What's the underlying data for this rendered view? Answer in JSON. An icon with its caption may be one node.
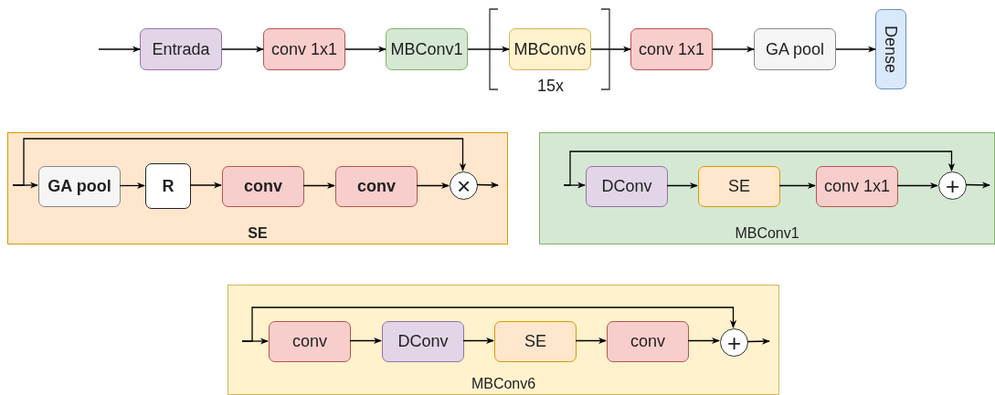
{
  "diagram": {
    "nodes": [
      {
        "text": [
          "Entrada"
        ]
      },
      {
        "text": [
          "conv 1x1"
        ]
      },
      {
        "text": [
          "MBConv1"
        ]
      },
      {
        "text": [
          "MBConv6"
        ],
        "beside": [
          "15x"
        ]
      },
      {
        "text": [
          "conv 1x1"
        ]
      },
      {
        "text": [
          "GA pool"
        ]
      },
      {
        "text": [
          "Dense"
        ]
      },
      {
        "text": [
          "SE"
        ]
      },
      {
        "text": [
          "GA pool"
        ],
        "in": 7
      },
      {
        "text": [
          "R"
        ],
        "in": 7
      },
      {
        "text": [
          "conv"
        ],
        "in": 7
      },
      {
        "text": [
          "conv"
        ],
        "in": 7
      },
      {
        "text": [
          "×"
        ],
        "in": 7
      },
      {
        "text": [
          "MBConv1"
        ]
      },
      {
        "text": [
          "DConv"
        ],
        "in": 13
      },
      {
        "text": [
          "SE"
        ],
        "in": 13
      },
      {
        "text": [
          "conv 1x1"
        ],
        "in": 13
      },
      {
        "text": [
          "+"
        ],
        "in": 13
      },
      {
        "text": [
          "MBConv6"
        ]
      },
      {
        "text": [
          "conv"
        ],
        "in": 18
      },
      {
        "text": [
          "DConv"
        ],
        "in": 18
      },
      {
        "text": [
          "SE"
        ],
        "in": 18
      },
      {
        "text": [
          "conv"
        ],
        "in": 18
      },
      {
        "text": [
          "+"
        ],
        "in": 18
      }
    ],
    "edges": [
      {
        "from": null,
        "to": 0,
        "arrow": "to"
      },
      {
        "from": 0,
        "to": 1,
        "arrow": "to"
      },
      {
        "from": 1,
        "to": 2,
        "arrow": "to"
      },
      {
        "from": 2,
        "to": 3,
        "arrow": "to"
      },
      {
        "from": 3,
        "to": 4,
        "arrow": "to"
      },
      {
        "from": 4,
        "to": 5,
        "arrow": "to"
      },
      {
        "from": 5,
        "to": 6,
        "arrow": "to"
      },
      {
        "from": null,
        "to": 8,
        "arrow": "to"
      },
      {
        "from": 8,
        "to": 9,
        "arrow": "to"
      },
      {
        "from": 9,
        "to": 10,
        "arrow": "to"
      },
      {
        "from": 10,
        "to": 11,
        "arrow": "to"
      },
      {
        "from": 11,
        "to": 12,
        "arrow": "to"
      },
      {
        "from": 12,
        "to": null,
        "arrow": "to"
      },
      {
        "from": null,
        "to": 12,
        "arrow": "to"
      },
      {
        "from": null,
        "to": 14,
        "arrow": "to"
      },
      {
        "from": 14,
        "to": 15,
        "arrow": "to"
      },
      {
        "from": 15,
        "to": 16,
        "arrow": "to"
      },
      {
        "from": 16,
        "to": 17,
        "arrow": "to"
      },
      {
        "from": 17,
        "to": null,
        "arrow": "to"
      },
      {
        "from": null,
        "to": 17,
        "arrow": "to"
      },
      {
        "from": null,
        "to": 19,
        "arrow": "to"
      },
      {
        "from": 19,
        "to": 20,
        "arrow": "to"
      },
      {
        "from": 20,
        "to": 21,
        "arrow": "to"
      },
      {
        "from": 21,
        "to": 22,
        "arrow": "to"
      },
      {
        "from": 22,
        "to": 23,
        "arrow": "to"
      },
      {
        "from": 23,
        "to": null,
        "arrow": "to"
      },
      {
        "from": null,
        "to": 23,
        "arrow": "to"
      }
    ]
  }
}
